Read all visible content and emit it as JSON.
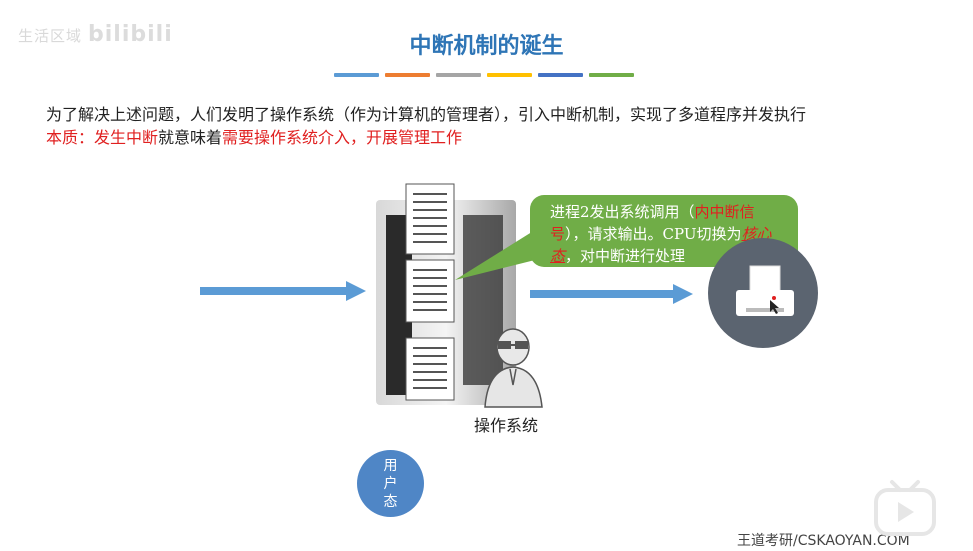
{
  "watermark": {
    "text": "生活区域",
    "logo": "bilibili"
  },
  "slide": {
    "title": "中断机制的诞生",
    "color_bars": [
      "#5b9bd5",
      "#ed7d31",
      "#a5a5a5",
      "#ffc000",
      "#4472c4",
      "#70ad47"
    ],
    "line1": "为了解决上述问题，人们发明了操作系统（作为计算机的管理者），引入中断机制，实现了多道程序并发执行",
    "line2": {
      "part1": "本质：发生中断",
      "part2": "就意味着",
      "part3": "需要操作系统介入，开展管理工作"
    },
    "bubble": {
      "part1": "进程2发出系统调用（",
      "part2": "内中断信号",
      "part3": "），请求输出。CPU切换为",
      "part4": "核心态",
      "part5": "，对中断进行处理"
    },
    "os_label": "操作系统",
    "user_mode": [
      "用",
      "户",
      "态"
    ]
  },
  "footer": {
    "text": "王道考研/CSKAOYAN.COM"
  },
  "colors": {
    "title": "#2e75b6",
    "highlight": "#e02020",
    "bubble": "#70ad47",
    "arrow": "#5b9bd5"
  }
}
